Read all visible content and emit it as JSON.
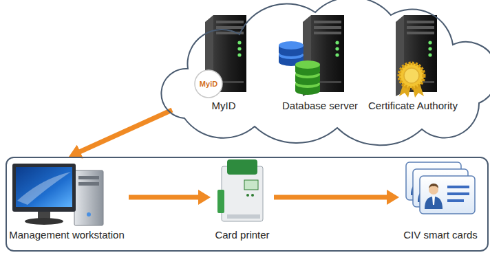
{
  "diagram": {
    "nodes": [
      {
        "text": []
      },
      {
        "text": [
          "MyID"
        ],
        "in": 0
      },
      {
        "text": [
          "Database server"
        ],
        "in": 0
      },
      {
        "text": [
          "Certificate Authority"
        ],
        "in": 0
      },
      {
        "text": []
      },
      {
        "text": [
          "Management workstation"
        ],
        "in": 4
      },
      {
        "text": [
          "Card printer"
        ],
        "in": 4
      },
      {
        "text": [
          "CIV smart cards"
        ],
        "in": 4
      }
    ],
    "edges": [
      {
        "from": 0,
        "to": 4,
        "arrow": "to"
      },
      {
        "from": 5,
        "to": 6,
        "arrow": "to"
      },
      {
        "from": 6,
        "to": 7,
        "arrow": "to"
      }
    ],
    "labels": [
      "MyiD"
    ]
  }
}
